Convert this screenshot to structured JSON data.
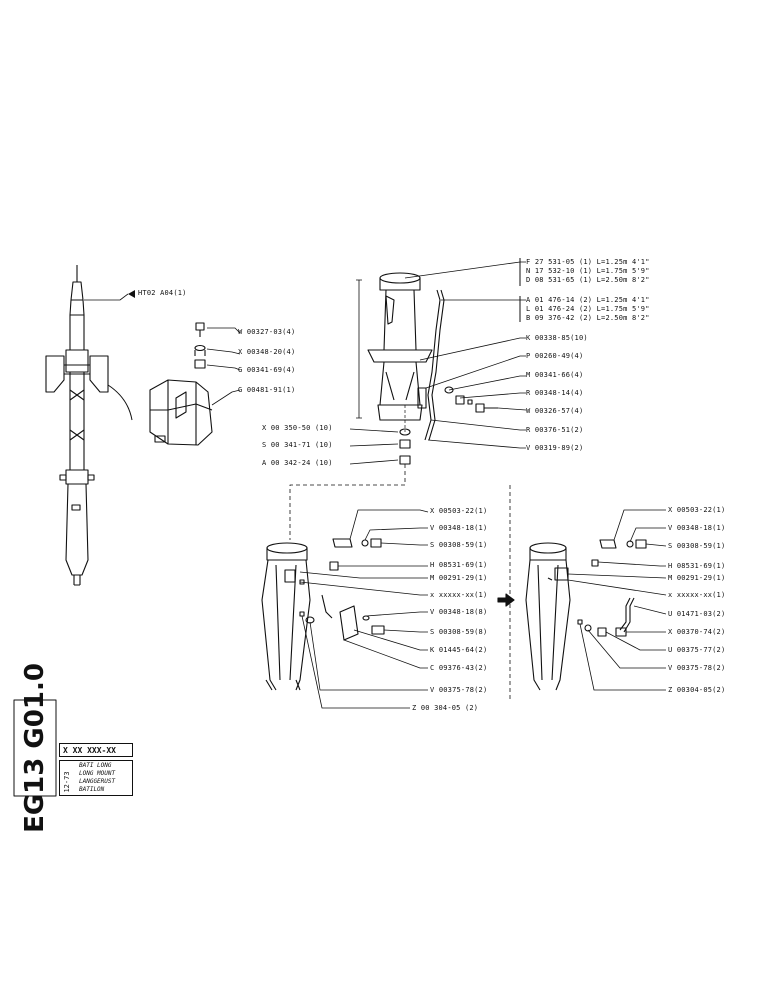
{
  "title_block": {
    "drawing_code": "EG13 G01.0",
    "date": "12-73",
    "reference": "X XX XXX-XX",
    "titles": [
      "BATI LONG",
      "LONG MOUNT",
      "LANGGERUST",
      "BATILON"
    ]
  },
  "left_labels": [
    {
      "id": "ht02",
      "text": "HT02 A04(1)"
    },
    {
      "id": "w327",
      "text": "W 00327-03(4)"
    },
    {
      "id": "x348",
      "text": "X 00348-20(4)"
    },
    {
      "id": "g341",
      "text": "G 00341-69(4)"
    },
    {
      "id": "g481",
      "text": "G 00481-91(1)"
    }
  ],
  "center_left_labels": [
    {
      "id": "x350",
      "text": "X 00 350-50 (10)"
    },
    {
      "id": "s341",
      "text": "S 00 341-71 (10)"
    },
    {
      "id": "a342",
      "text": "A 00 342-24 (10)"
    }
  ],
  "top_right_group1": [
    "F 27 531-05 (1) L=1.25m 4'1\"",
    "N 17 532-10 (1) L=1.75m 5'9\"",
    "D 08 531-65 (1) L=2.50m 8'2\""
  ],
  "top_right_group2": [
    "A 01 476-14 (2) L=1.25m 4'1\"",
    "L 01 476-24 (2) L=1.75m 5'9\"",
    "B 09 376-42 (2) L=2.50m 8'2\""
  ],
  "top_right_labels": [
    {
      "id": "k338",
      "text": "K 00338-85(10)"
    },
    {
      "id": "p260",
      "text": "P 00260-49(4)"
    },
    {
      "id": "m341",
      "text": "M 00341-66(4)"
    },
    {
      "id": "r348",
      "text": "R 00348-14(4)"
    },
    {
      "id": "w326",
      "text": "W 00326-57(4)"
    },
    {
      "id": "r376",
      "text": "R 00376-51(2)"
    },
    {
      "id": "v319",
      "text": "V 00319-89(2)"
    }
  ],
  "bottom_left_labels": [
    {
      "id": "x503a",
      "text": "X 00503-22(1)"
    },
    {
      "id": "v348a",
      "text": "V 00348-18(1)"
    },
    {
      "id": "s308a",
      "text": "S 00308-59(1)"
    },
    {
      "id": "h531a",
      "text": "H 08531-69(1)"
    },
    {
      "id": "m291a",
      "text": "M 00291-29(1)"
    },
    {
      "id": "xxxa",
      "text": "x xxxxx-xx(1)"
    },
    {
      "id": "v348b",
      "text": "V 00348-18(8)"
    },
    {
      "id": "s308b",
      "text": "S 00308-59(8)"
    },
    {
      "id": "k1445",
      "text": "K 01445-64(2)"
    },
    {
      "id": "c9376",
      "text": "C 09376-43(2)"
    },
    {
      "id": "v375a",
      "text": "V 00375-78(2)"
    },
    {
      "id": "z304a",
      "text": "Z 00 304-05 (2)"
    }
  ],
  "bottom_right_labels": [
    {
      "id": "x503b",
      "text": "X 00503-22(1)"
    },
    {
      "id": "v348c",
      "text": "V 00348-18(1)"
    },
    {
      "id": "s308c",
      "text": "S 00308-59(1)"
    },
    {
      "id": "h531b",
      "text": "H 08531-69(1)"
    },
    {
      "id": "m291b",
      "text": "M 00291-29(1)"
    },
    {
      "id": "xxxb",
      "text": "x xxxxx-xx(1)"
    },
    {
      "id": "u1471",
      "text": "U 01471-03(2)"
    },
    {
      "id": "x370",
      "text": "X 00370-74(2)"
    },
    {
      "id": "u375",
      "text": "U 00375-77(2)"
    },
    {
      "id": "v375b",
      "text": "V 00375-78(2)"
    },
    {
      "id": "z304b",
      "text": "Z 00304-05(2)"
    }
  ]
}
